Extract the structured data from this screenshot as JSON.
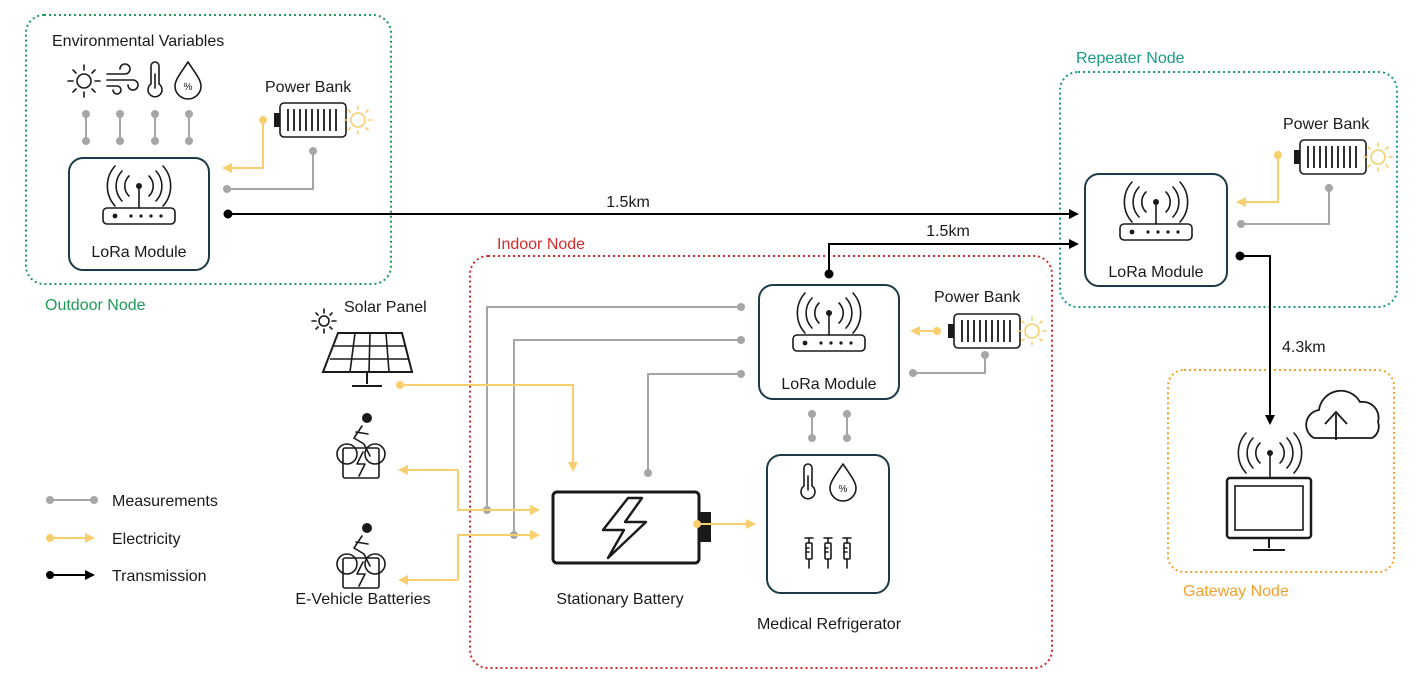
{
  "colors": {
    "outdoor": "#1e9a59",
    "repeater": "#1a9a8a",
    "indoor": "#d42c2c",
    "gateway": "#f2a12e",
    "measurement": "#a6a6a6",
    "electricity": "#f7cf6e",
    "transmission": "#000000"
  },
  "nodes": {
    "outdoor": {
      "title": "Outdoor Node",
      "env_label": "Environmental Variables",
      "power_bank": "Power Bank",
      "lora": "LoRa Module"
    },
    "repeater": {
      "title": "Repeater Node",
      "power_bank": "Power Bank",
      "lora": "LoRa Module"
    },
    "indoor": {
      "title": "Indoor Node",
      "power_bank": "Power Bank",
      "lora": "LoRa Module",
      "battery": "Stationary Battery",
      "fridge": "Medical Refrigerator"
    },
    "gateway": {
      "title": "Gateway Node"
    }
  },
  "external": {
    "solar": "Solar Panel",
    "ev": "E-Vehicle Batteries"
  },
  "links": {
    "outdoor_to_repeater": "1.5km",
    "indoor_to_repeater": "1.5km",
    "repeater_to_gateway": "4.3km"
  },
  "legend": {
    "measurements": "Measurements",
    "electricity": "Electricity",
    "transmission": "Transmission"
  },
  "icons": [
    "sun-icon",
    "wind-icon",
    "thermometer-icon",
    "humidity-icon",
    "antenna-icon",
    "router-icon",
    "battery-icon",
    "solar-panel-icon",
    "cyclist-icon",
    "syringe-icon",
    "monitor-icon",
    "cloud-upload-icon"
  ]
}
